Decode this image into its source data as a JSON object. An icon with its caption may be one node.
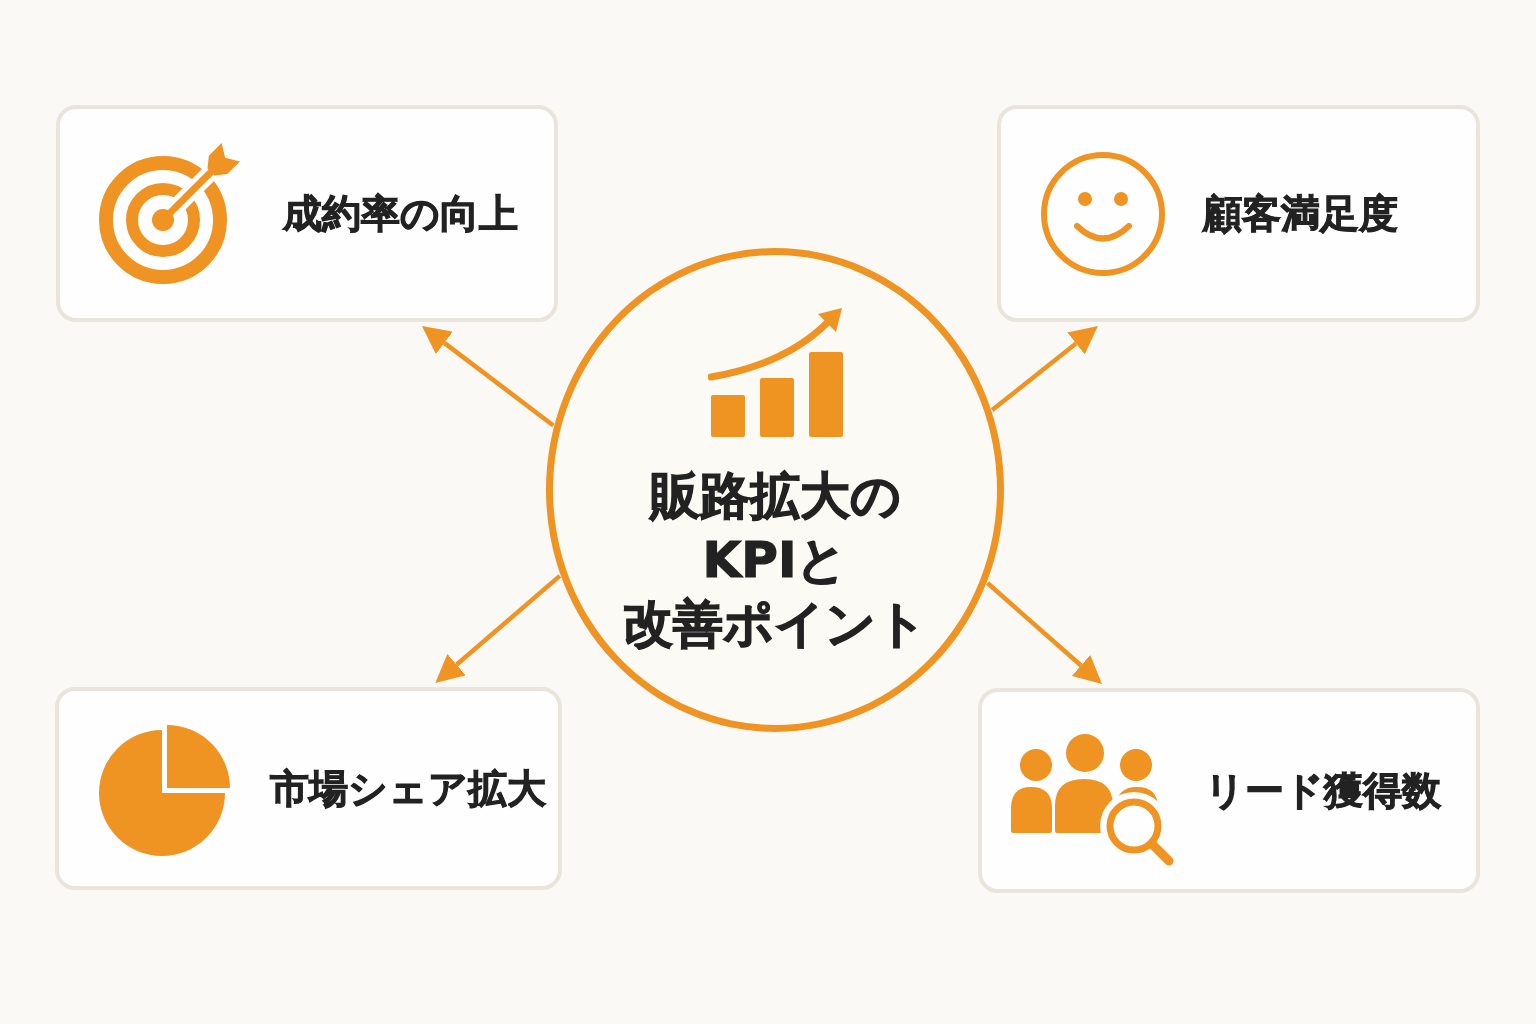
{
  "diagram": {
    "nodes": [
      {
        "text": [
          "販路拡大のKPIと改善ポイント"
        ]
      },
      {
        "text": [
          "成約率の向上"
        ]
      },
      {
        "text": [
          "顧客満足度"
        ]
      },
      {
        "text": [
          "市場シェア拡大"
        ]
      },
      {
        "text": [
          "リード獲得数"
        ]
      }
    ],
    "edges": [
      {
        "from": 0,
        "to": 1,
        "arrow": "to"
      },
      {
        "from": 0,
        "to": 2,
        "arrow": "to"
      },
      {
        "from": 0,
        "to": 3,
        "arrow": "to"
      },
      {
        "from": 0,
        "to": 4,
        "arrow": "to"
      }
    ]
  }
}
